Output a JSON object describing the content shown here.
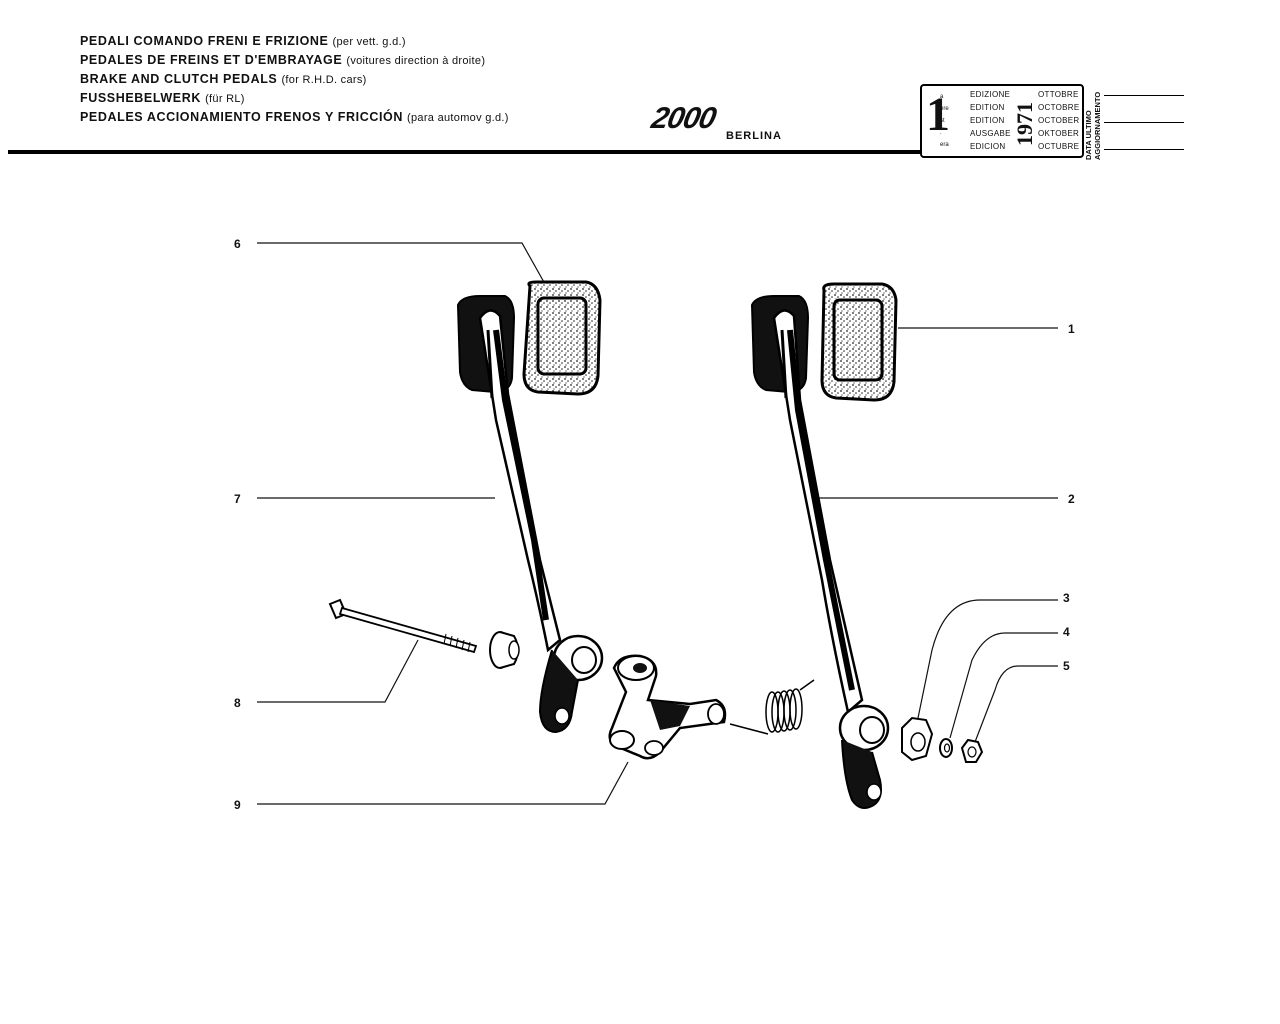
{
  "header": {
    "lines": [
      {
        "main": "PEDALI COMANDO FRENI E FRIZIONE",
        "note": "(per vett. g.d.)"
      },
      {
        "main": "PEDALES DE FREINS ET D'EMBRAYAGE",
        "note": "(voitures direction à droite)"
      },
      {
        "main": "BRAKE AND CLUTCH PEDALS",
        "note": "(for R.H.D. cars)"
      },
      {
        "main": "FUSSHEBELWERK",
        "note": "(für RL)"
      },
      {
        "main": "PEDALES ACCIONAMIENTO FRENOS Y FRICCIÓN",
        "note": "(para automov g.d.)"
      }
    ]
  },
  "brand": {
    "logo": "2000",
    "subtitle": "BERLINA"
  },
  "edition": {
    "number": "1",
    "suffixes": [
      "a",
      "ere",
      "st",
      ".",
      "era"
    ],
    "words": [
      "EDIZIONE",
      "EDITION",
      "EDITION",
      "AUSGABE",
      "EDICION"
    ],
    "year": "1971",
    "months": [
      "OTTOBRE",
      "OCTOBRE",
      "OCTOBER",
      "OKTOBER",
      "OCTUBRE"
    ],
    "update_label": [
      "DATA ULTIMO",
      "AGGIORNAMENTO"
    ]
  },
  "callouts": [
    "1",
    "2",
    "3",
    "4",
    "5",
    "6",
    "7",
    "8",
    "9"
  ],
  "colors": {
    "ink": "#111111",
    "paper": "#ffffff"
  }
}
